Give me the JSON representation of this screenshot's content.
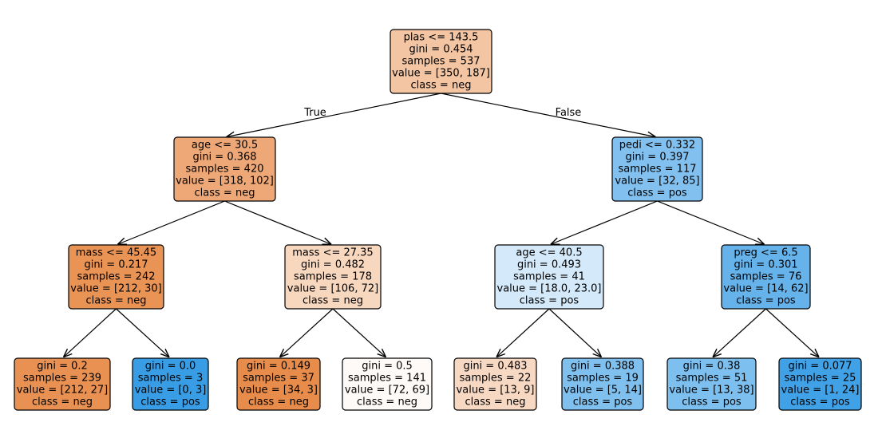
{
  "diagram": {
    "type": "decision-tree",
    "nodes": [
      {
        "id": "n0",
        "lines": [
          "plas <= 143.5",
          "gini = 0.454",
          "samples = 537",
          "value = [350, 187]",
          "class = neg"
        ],
        "fill": "#f3c5a3"
      },
      {
        "id": "n1",
        "lines": [
          "age <= 30.5",
          "gini = 0.368",
          "samples = 420",
          "value = [318, 102]",
          "class = neg"
        ],
        "fill": "#eea877"
      },
      {
        "id": "n2",
        "lines": [
          "pedi <= 0.332",
          "gini = 0.397",
          "samples = 117",
          "value = [32, 85]",
          "class = pos"
        ],
        "fill": "#82c1ef"
      },
      {
        "id": "n3",
        "lines": [
          "mass <= 45.45",
          "gini = 0.217",
          "samples = 242",
          "value = [212, 30]",
          "class = neg"
        ],
        "fill": "#e99355"
      },
      {
        "id": "n4",
        "lines": [
          "mass <= 27.35",
          "gini = 0.482",
          "samples = 178",
          "value = [106, 72]",
          "class = neg"
        ],
        "fill": "#f8d7bf"
      },
      {
        "id": "n5",
        "lines": [
          "age <= 40.5",
          "gini = 0.493",
          "samples = 41",
          "value = [18.0, 23.0]",
          "class = pos"
        ],
        "fill": "#d4e9f9"
      },
      {
        "id": "n6",
        "lines": [
          "preg <= 6.5",
          "gini = 0.301",
          "samples = 76",
          "value = [14, 62]",
          "class = pos"
        ],
        "fill": "#66b3eb"
      },
      {
        "id": "n7",
        "lines": [
          "gini = 0.2",
          "samples = 239",
          "value = [212, 27]",
          "class = neg"
        ],
        "fill": "#e89152"
      },
      {
        "id": "n8",
        "lines": [
          "gini = 0.0",
          "samples = 3",
          "value = [0, 3]",
          "class = pos"
        ],
        "fill": "#399de5"
      },
      {
        "id": "n9",
        "lines": [
          "gini = 0.149",
          "samples = 37",
          "value = [34, 3]",
          "class = neg"
        ],
        "fill": "#e78c4a"
      },
      {
        "id": "n10",
        "lines": [
          "gini = 0.5",
          "samples = 141",
          "value = [72, 69]",
          "class = neg"
        ],
        "fill": "#fefaf7"
      },
      {
        "id": "n11",
        "lines": [
          "gini = 0.483",
          "samples = 22",
          "value = [13, 9]",
          "class = neg"
        ],
        "fill": "#f7d8c2"
      },
      {
        "id": "n12",
        "lines": [
          "gini = 0.388",
          "samples = 19",
          "value = [5, 14]",
          "class = pos"
        ],
        "fill": "#80c0ee"
      },
      {
        "id": "n13",
        "lines": [
          "gini = 0.38",
          "samples = 51",
          "value = [13, 38]",
          "class = pos"
        ],
        "fill": "#7dbfee"
      },
      {
        "id": "n14",
        "lines": [
          "gini = 0.077",
          "samples = 25",
          "value = [1, 24]",
          "class = pos"
        ],
        "fill": "#41a1e6"
      }
    ],
    "edges": [
      {
        "from": "n0",
        "to": "n1",
        "label": "True"
      },
      {
        "from": "n0",
        "to": "n2",
        "label": "False"
      },
      {
        "from": "n1",
        "to": "n3",
        "label": ""
      },
      {
        "from": "n1",
        "to": "n4",
        "label": ""
      },
      {
        "from": "n2",
        "to": "n5",
        "label": ""
      },
      {
        "from": "n2",
        "to": "n6",
        "label": ""
      },
      {
        "from": "n3",
        "to": "n7",
        "label": ""
      },
      {
        "from": "n3",
        "to": "n8",
        "label": ""
      },
      {
        "from": "n4",
        "to": "n9",
        "label": ""
      },
      {
        "from": "n4",
        "to": "n10",
        "label": ""
      },
      {
        "from": "n5",
        "to": "n11",
        "label": ""
      },
      {
        "from": "n5",
        "to": "n12",
        "label": ""
      },
      {
        "from": "n6",
        "to": "n13",
        "label": ""
      },
      {
        "from": "n6",
        "to": "n14",
        "label": ""
      }
    ]
  }
}
